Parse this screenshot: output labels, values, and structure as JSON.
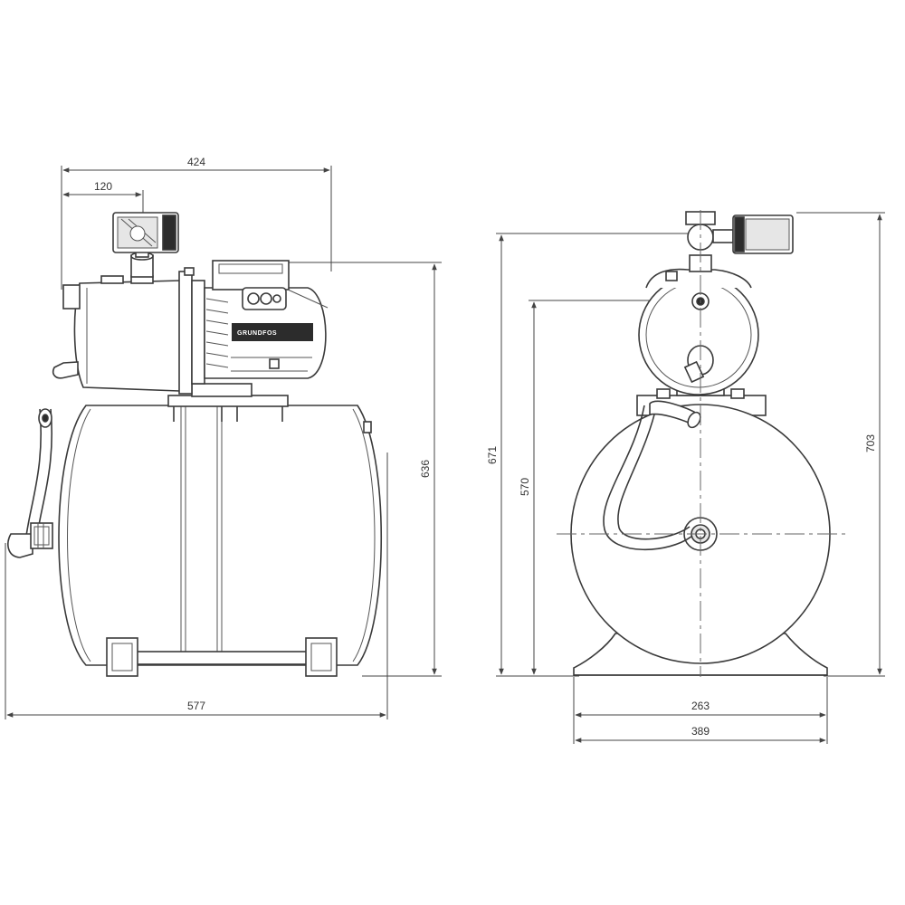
{
  "side_view": {
    "dim_top_width": "424",
    "dim_offset": "120",
    "dim_height": "636",
    "dim_bottom_width": "577",
    "motor_brand": "GRUNDFOS"
  },
  "front_view": {
    "dim_outer_height_left": "671",
    "dim_inlet_height": "570",
    "dim_total_height": "703",
    "dim_foot_inner": "263",
    "dim_foot_outer": "389"
  }
}
